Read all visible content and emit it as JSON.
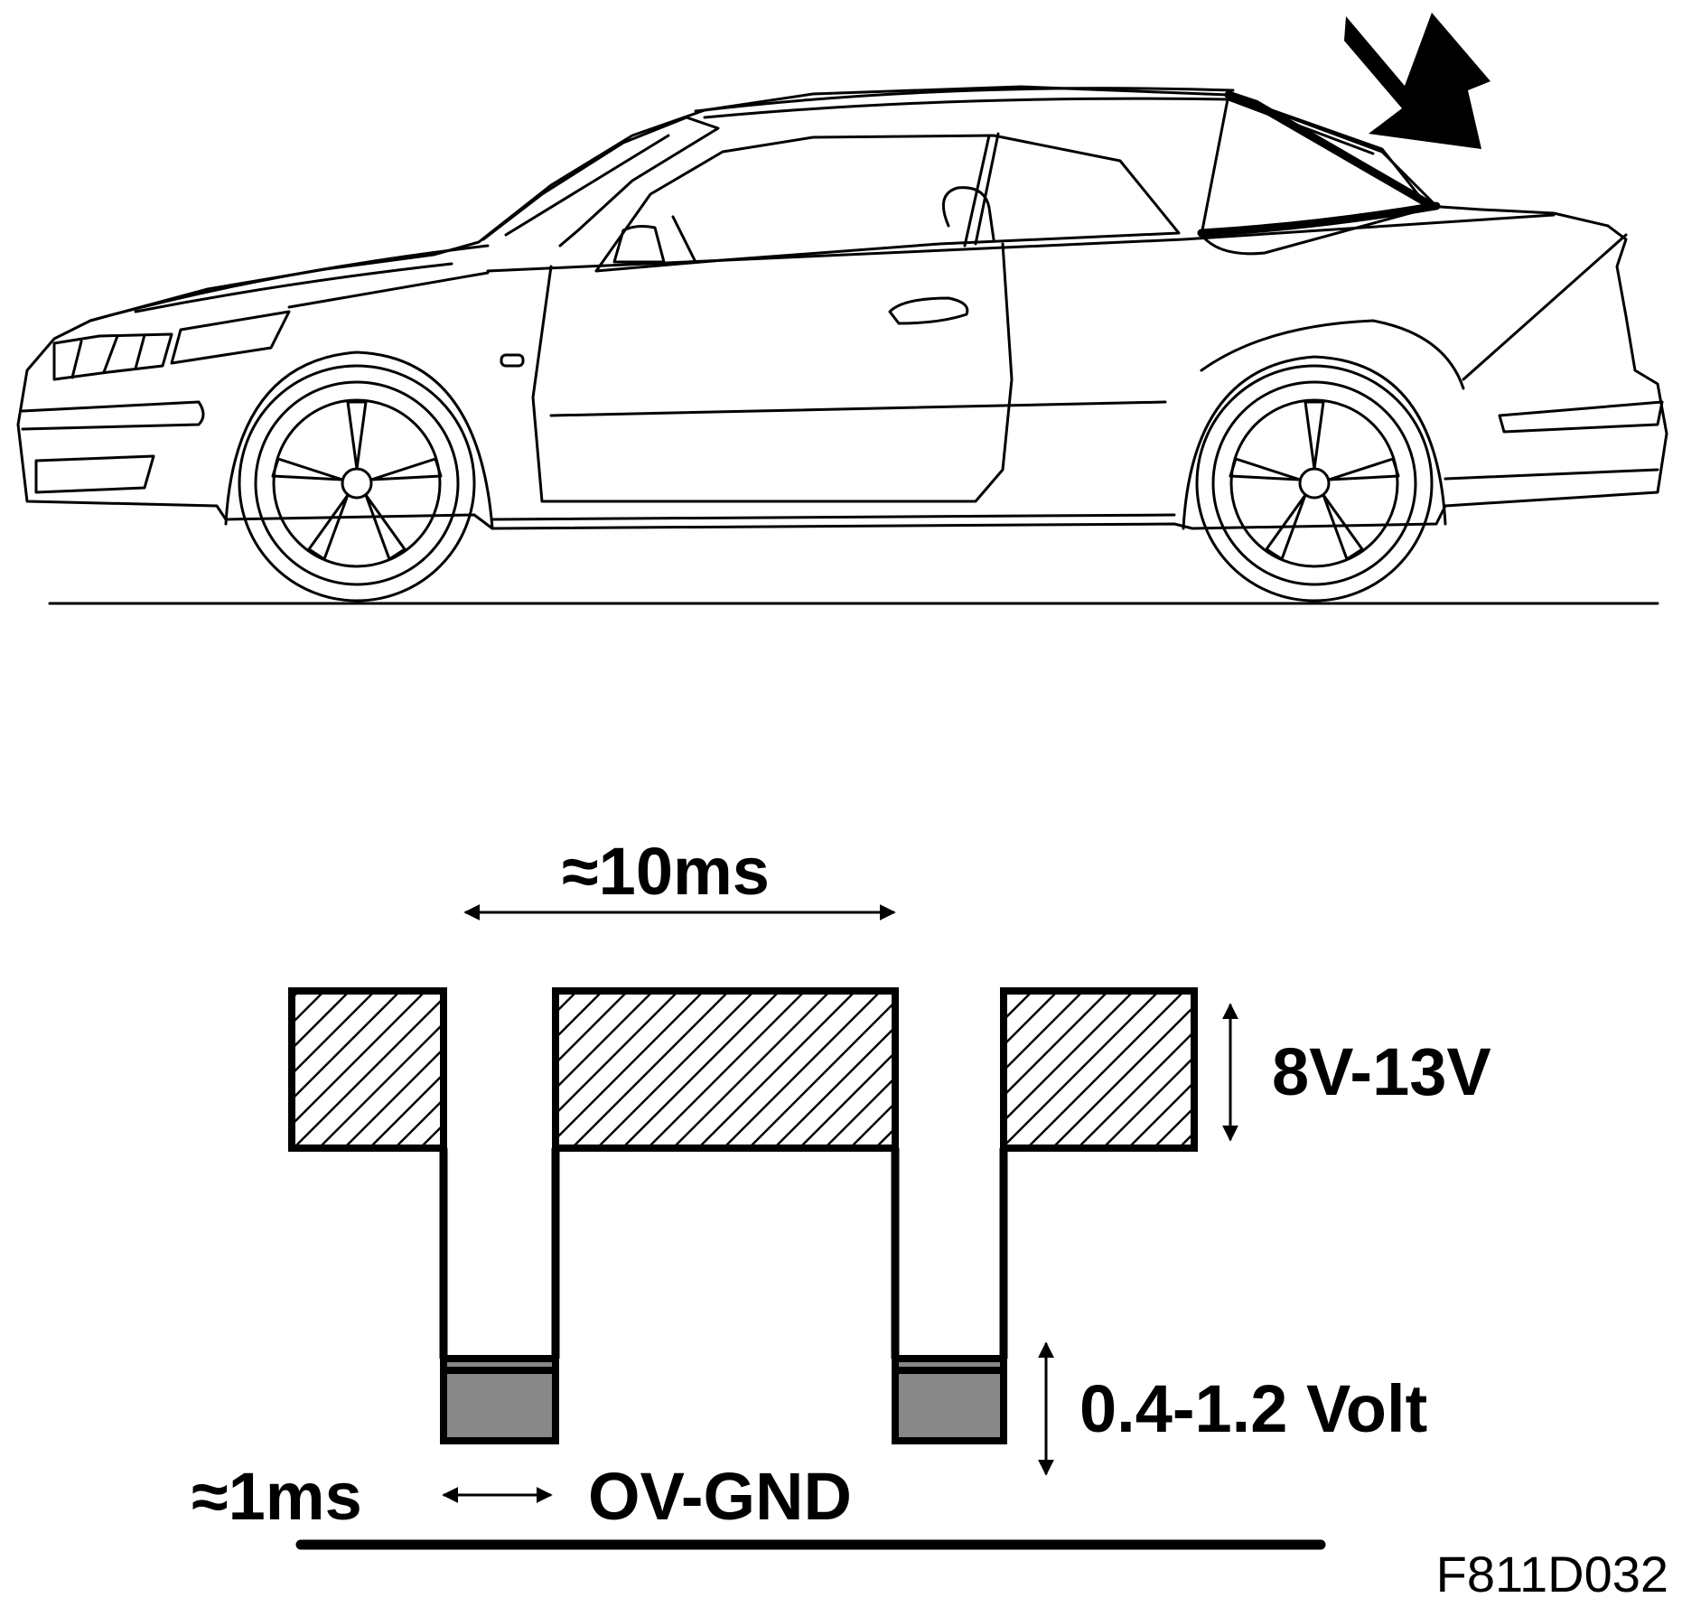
{
  "labels": {
    "period": "≈10ms",
    "high_voltage": "8V-13V",
    "low_voltage": "0.4-1.2 Volt",
    "pulse_width": "≈1ms",
    "ground": "OV-GND",
    "figure_code": "F811D032"
  },
  "icons": {
    "pointer": "arrow-pointer-icon"
  }
}
